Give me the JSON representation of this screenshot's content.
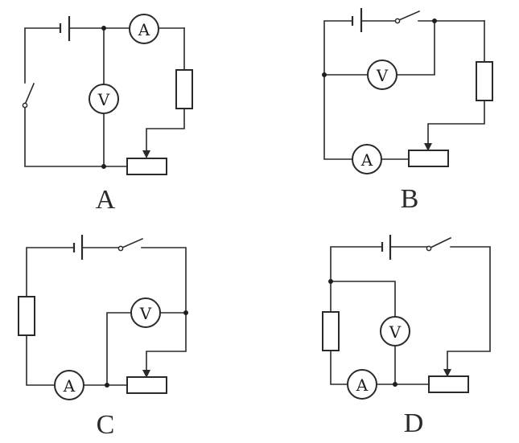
{
  "figure": {
    "description": "Four circuit diagrams labeled A, B, C, D, each containing a battery, switch, fixed resistor, sliding rheostat, ammeter and voltmeter",
    "circuits": [
      {
        "label": "A",
        "components": [
          "battery",
          "switch",
          "ammeter",
          "voltmeter",
          "resistor",
          "rheostat"
        ],
        "ammeter_symbol": "A",
        "voltmeter_symbol": "V"
      },
      {
        "label": "B",
        "components": [
          "battery",
          "switch",
          "ammeter",
          "voltmeter",
          "resistor",
          "rheostat"
        ],
        "ammeter_symbol": "A",
        "voltmeter_symbol": "V"
      },
      {
        "label": "C",
        "components": [
          "battery",
          "switch",
          "ammeter",
          "voltmeter",
          "resistor",
          "rheostat"
        ],
        "ammeter_symbol": "A",
        "voltmeter_symbol": "V"
      },
      {
        "label": "D",
        "components": [
          "battery",
          "switch",
          "ammeter",
          "voltmeter",
          "resistor",
          "rheostat"
        ],
        "ammeter_symbol": "A",
        "voltmeter_symbol": "V"
      }
    ]
  },
  "colors": {
    "line": "#2a2a2a",
    "background": "#ffffff"
  }
}
